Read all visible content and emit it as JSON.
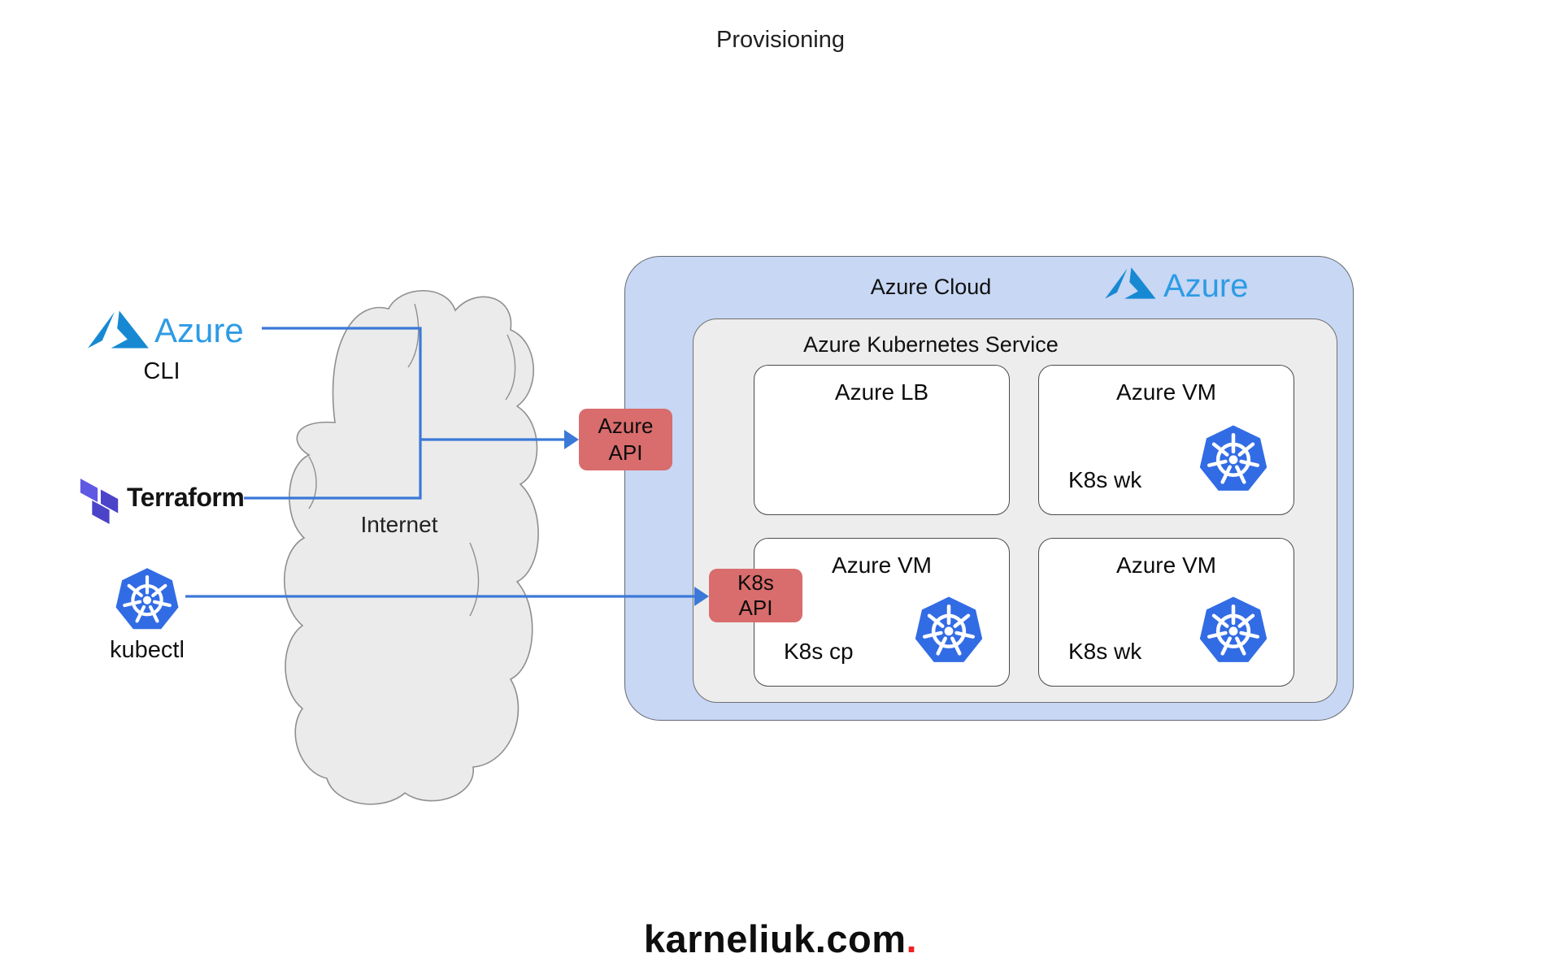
{
  "title": "Provisioning",
  "clients": {
    "azure_cli": {
      "brand": "Azure",
      "label": "CLI"
    },
    "terraform": {
      "brand": "Terraform"
    },
    "kubectl": {
      "label": "kubectl"
    }
  },
  "internet_label": "Internet",
  "api_boxes": {
    "azure_api": {
      "line1": "Azure",
      "line2": "API"
    },
    "k8s_api": {
      "line1": "K8s",
      "line2": "API"
    }
  },
  "azure_cloud": {
    "label": "Azure Cloud",
    "brand": "Azure",
    "aks": {
      "label": "Azure Kubernetes Service",
      "nodes": [
        {
          "title": "Azure LB"
        },
        {
          "title": "Azure VM",
          "sublabel": "K8s wk"
        },
        {
          "title": "Azure VM",
          "sublabel": "K8s cp"
        },
        {
          "title": "Azure VM",
          "sublabel": "K8s wk"
        }
      ]
    }
  },
  "watermark": {
    "text": "karneliuk.com",
    "dot": "."
  },
  "colors": {
    "arrow_blue": "#3C78D8",
    "api_box_red": "#D96C6C",
    "azure_cloud_fill": "#C7D7F4",
    "aks_fill": "#EDEDED",
    "internet_cloud_fill": "#EBEBEB",
    "kubernetes_blue": "#326CE5",
    "azure_brand_blue": "#2E9BE4",
    "azure_logo_blue": "#1789D3",
    "terraform_purple_light": "#5F58E3",
    "terraform_purple_dark": "#4B44C8",
    "watermark_dot_red": "#EE2222"
  }
}
